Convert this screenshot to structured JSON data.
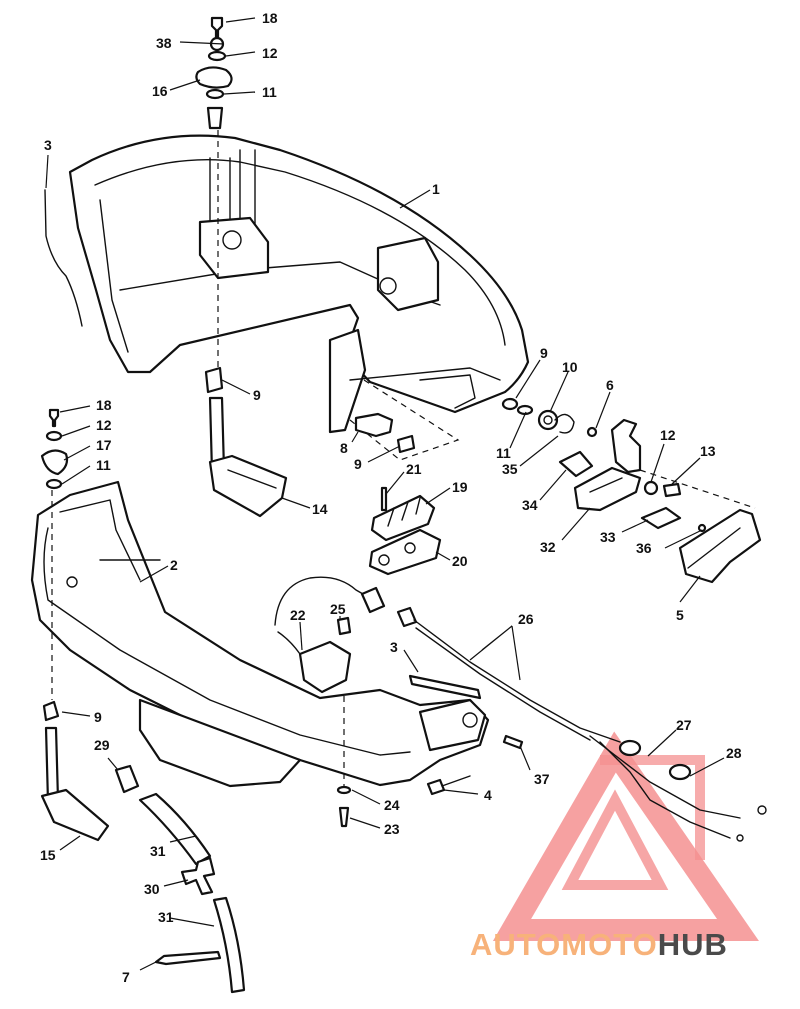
{
  "diagram": {
    "callouts": [
      "18",
      "38",
      "12",
      "16",
      "11",
      "3",
      "1",
      "9",
      "10",
      "6",
      "8",
      "9",
      "11",
      "35",
      "12",
      "13",
      "34",
      "32",
      "33",
      "36",
      "5",
      "18",
      "12",
      "17",
      "11",
      "14",
      "21",
      "19",
      "20",
      "2",
      "22",
      "25",
      "26",
      "3",
      "27",
      "28",
      "9",
      "29",
      "37",
      "4",
      "24",
      "23",
      "15",
      "31",
      "30",
      "31",
      "7"
    ]
  },
  "watermark": {
    "text_part1": "AUTOMOTO",
    "text_part2": "HUB",
    "color_primary": "#f26b6b",
    "color_accent": "#f7b27a",
    "color_dark": "#4a4a4a"
  },
  "colors": {
    "ink": "#111111",
    "background": "#ffffff"
  }
}
